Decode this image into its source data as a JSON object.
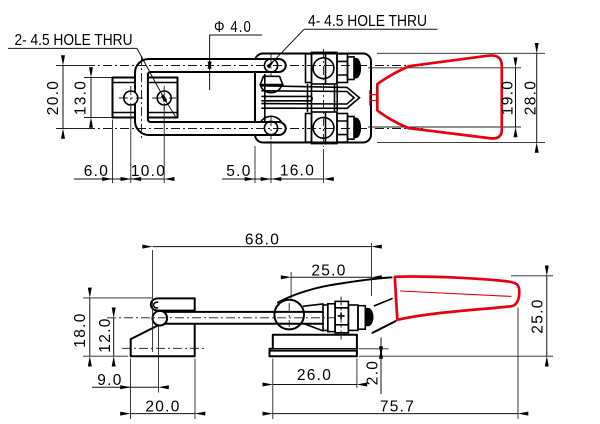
{
  "drawing": {
    "background": "#ffffff",
    "line_color": "#000000",
    "handle_color": "#e60012",
    "callouts": {
      "two_holes": "2- 4.5 HOLE THRU",
      "four_holes": "4- 4.5 HOLE THRU",
      "rod_diameter": "Φ 4.0"
    },
    "top_view": {
      "dims": {
        "arm_span": "20.0",
        "plate_height": "13.0",
        "plate_edge_to_hole": "6.0",
        "hole_spacing": "10.0",
        "body_edge_to_hole": "5.0",
        "hole_to_bolt": "16.0",
        "handle_end_width": "19.0",
        "body_width": "28.0"
      }
    },
    "side_view": {
      "dims": {
        "hook_to_pivot": "68.0",
        "pivot_spacing": "25.0",
        "catch_height": "18.0",
        "rod_center_height": "12.0",
        "foot_edge_to_rod": "9.0",
        "foot_length": "20.0",
        "base_length": "26.0",
        "base_plate_thickness": "2.0",
        "overall_length": "75.7",
        "handle_height": "25.0"
      }
    }
  }
}
